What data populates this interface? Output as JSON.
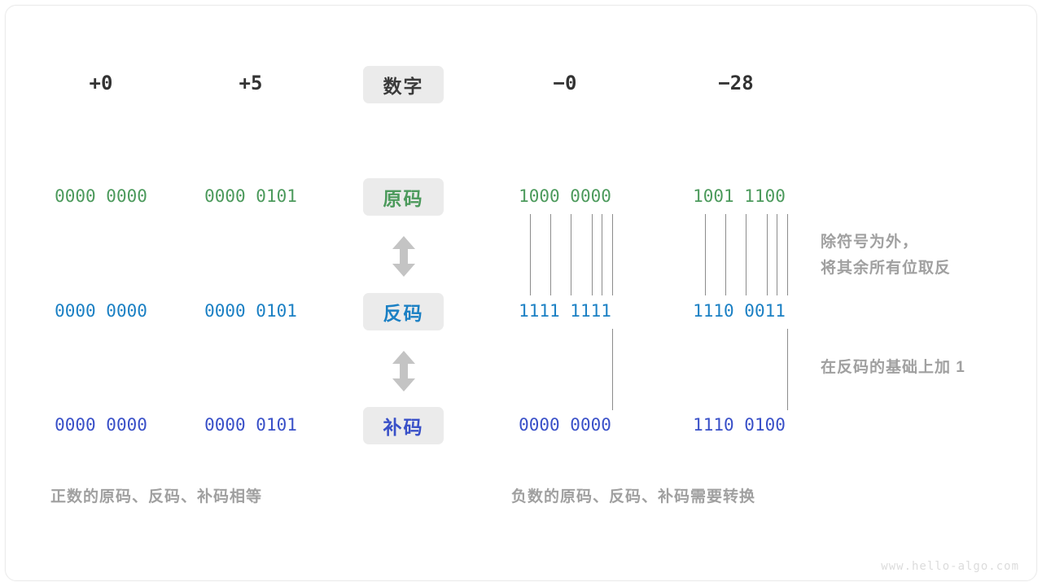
{
  "colors": {
    "background": "#ffffff",
    "frame_border": "#ebebeb",
    "badge_bg": "#ebebeb",
    "header_text": "#333333",
    "true_form": "#4c9a5c",
    "ones_complement": "#1b80c4",
    "twos_complement": "#3950c8",
    "annotation_gray": "#a0a0a0",
    "connector_line": "#8c8c8c",
    "arrow_gray": "#c4c4c4",
    "watermark": "#dcdcdc"
  },
  "row_labels": {
    "number": "数字",
    "true_form": "原码",
    "ones_complement": "反码",
    "twos_complement": "补码"
  },
  "columns": [
    {
      "header": "+0",
      "true_form": "0000 0000",
      "ones_complement": "0000 0000",
      "twos_complement": "0000 0000"
    },
    {
      "header": "+5",
      "true_form": "0000 0101",
      "ones_complement": "0000 0101",
      "twos_complement": "0000 0101"
    },
    {
      "header": "−0",
      "true_form": "1000 0000",
      "ones_complement": "1111 1111",
      "twos_complement": "0000 0000"
    },
    {
      "header": "−28",
      "true_form": "1001 1100",
      "ones_complement": "1110 0011",
      "twos_complement": "1110 0100"
    }
  ],
  "annotations": {
    "invert": "除符号为外，\n将其余所有位取反",
    "add_one": "在反码的基础上加 1"
  },
  "captions": {
    "positive": "正数的原码、反码、补码相等",
    "negative": "负数的原码、反码、补码需要转换"
  },
  "watermark": "www.hello-algo.com",
  "arrows": {
    "true_to_ones": "double-arrow-up-down",
    "ones_to_twos": "double-arrow-up-down"
  }
}
